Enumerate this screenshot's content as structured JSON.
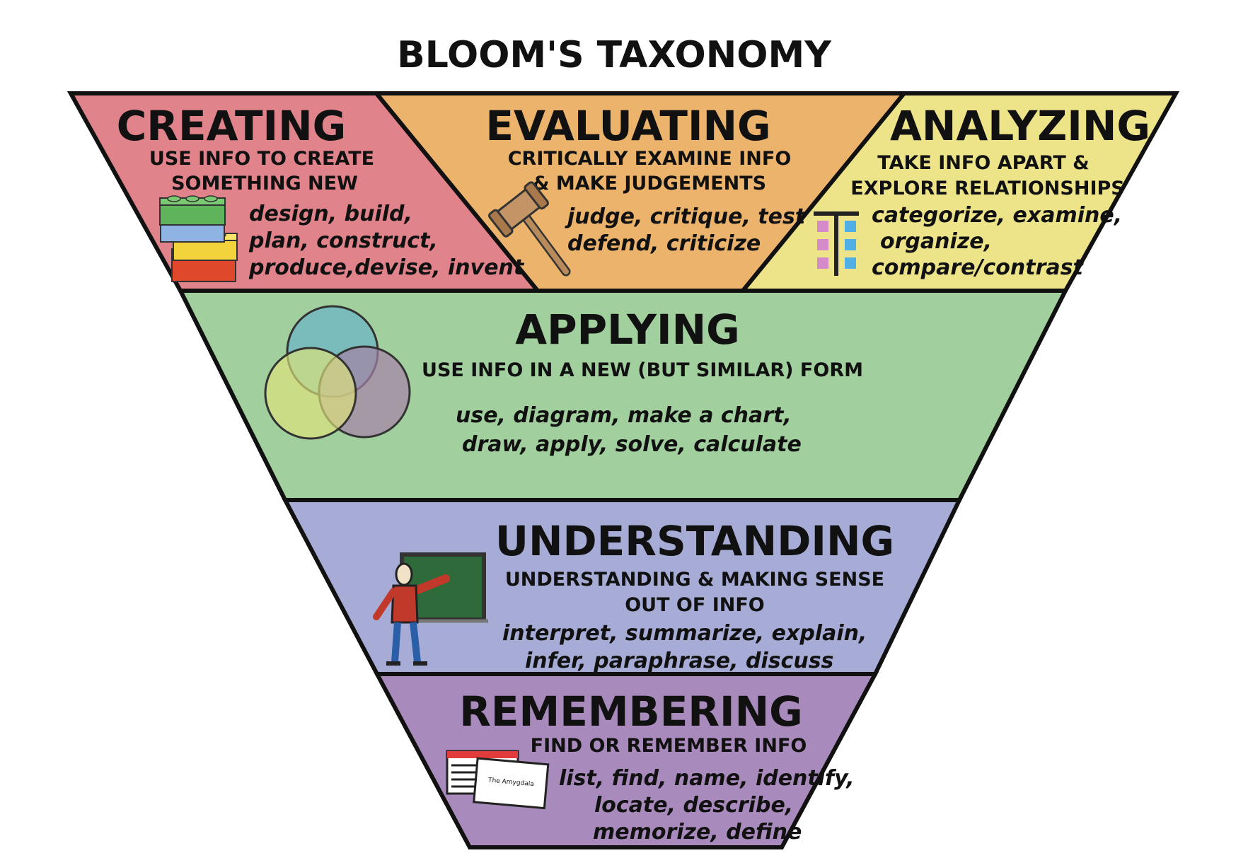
{
  "title": "BLOOM'S TAXONOMY",
  "levels": {
    "creating": {
      "heading": "CREATING",
      "description": [
        "USE INFO TO CREATE",
        "SOMETHING NEW"
      ],
      "verbs": [
        "design, build,",
        "plan, construct,",
        "produce,devise, invent"
      ],
      "color": "#e0838a",
      "icon": "lego-bricks-icon"
    },
    "evaluating": {
      "heading": "EVALUATING",
      "description": [
        "CRITICALLY EXAMINE INFO",
        "& MAKE JUDGEMENTS"
      ],
      "verbs": [
        "judge, critique, test",
        "defend, criticize"
      ],
      "color": "#ebb36b",
      "icon": "gavel-icon"
    },
    "analyzing": {
      "heading": "ANALYZING",
      "description": [
        "TAKE INFO APART &",
        "EXPLORE RELATIONSHIPS"
      ],
      "verbs": [
        "categorize, examine,",
        "organize,",
        "compare/contrast"
      ],
      "color": "#ede48a",
      "icon": "t-chart-icon"
    },
    "applying": {
      "heading": "APPLYING",
      "description": [
        "USE INFO IN A NEW (BUT SIMILAR) FORM"
      ],
      "verbs": [
        "use, diagram, make a chart,",
        "draw, apply, solve, calculate"
      ],
      "color": "#a2cf9e",
      "icon": "venn-diagram-icon"
    },
    "understanding": {
      "heading": "UNDERSTANDING",
      "description": [
        "UNDERSTANDING & MAKING SENSE",
        "OUT OF INFO"
      ],
      "verbs": [
        "interpret, summarize, explain,",
        "infer, paraphrase, discuss"
      ],
      "color": "#a7acd6",
      "icon": "teacher-chalkboard-icon"
    },
    "remembering": {
      "heading": "REMEMBERING",
      "description": [
        "FIND OR REMEMBER INFO"
      ],
      "verbs": [
        "list, find, name, identify,",
        "locate, describe,",
        "memorize, define"
      ],
      "color": "#a98abd",
      "icon": "flashcards-icon",
      "card_text": "The Amygdala"
    }
  }
}
